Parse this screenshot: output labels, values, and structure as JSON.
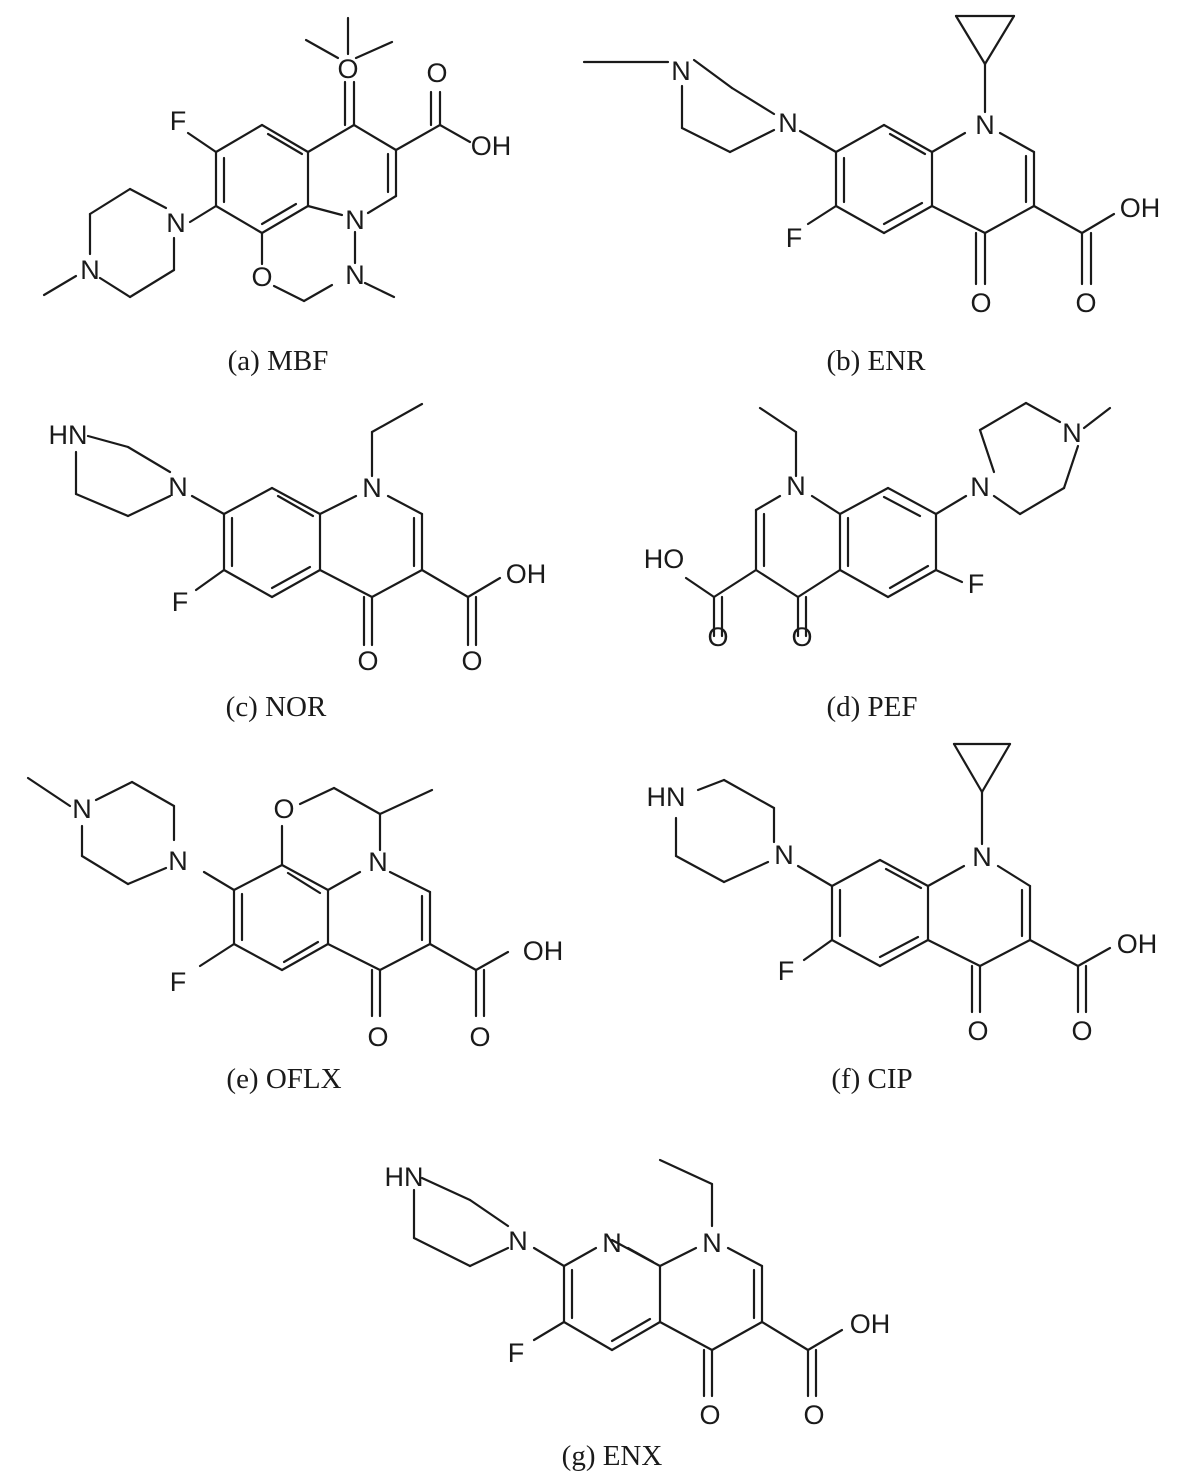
{
  "figure": {
    "molecules": [
      {
        "id": "mbf",
        "caption": "(a) MBF",
        "atoms": {
          "f": "F",
          "oh": "OH",
          "o_carbonyl": "O",
          "o_ring": "O",
          "n_pip1": "N",
          "n_pip2": "N",
          "n_ring": "N",
          "n_methyl": "N"
        }
      },
      {
        "id": "enr",
        "caption": "(b) ENR",
        "atoms": {
          "f": "F",
          "oh": "OH",
          "o_keto": "O",
          "o_acid": "O",
          "n_ring": "N",
          "n_pip1": "N",
          "n_pip2": "N"
        }
      },
      {
        "id": "nor",
        "caption": "(c) NOR",
        "atoms": {
          "f": "F",
          "oh": "OH",
          "o_keto": "O",
          "o_acid": "O",
          "n_ring": "N",
          "n_pip": "N",
          "hn": "HN"
        }
      },
      {
        "id": "pef",
        "caption": "(d) PEF",
        "atoms": {
          "f": "F",
          "ho": "HO",
          "o_keto": "O",
          "o_acid": "O",
          "n_ring": "N",
          "n_pip1": "N",
          "n_pip2": "N"
        }
      },
      {
        "id": "oflx",
        "caption": "(e) OFLX",
        "atoms": {
          "f": "F",
          "oh": "OH",
          "o_keto": "O",
          "o_acid": "O",
          "o_ring": "O",
          "n_ring": "N",
          "n_pip1": "N",
          "n_pip2": "N"
        }
      },
      {
        "id": "cip",
        "caption": "(f) CIP",
        "atoms": {
          "f": "F",
          "oh": "OH",
          "o_keto": "O",
          "o_acid": "O",
          "n_ring": "N",
          "n_pip": "N",
          "hn": "HN"
        }
      },
      {
        "id": "enx",
        "caption": "(g) ENX",
        "atoms": {
          "f": "F",
          "oh": "OH",
          "o_keto": "O",
          "o_acid": "O",
          "n_ring1": "N",
          "n_ring2": "N",
          "n_pip": "N",
          "hn": "HN"
        }
      }
    ]
  }
}
